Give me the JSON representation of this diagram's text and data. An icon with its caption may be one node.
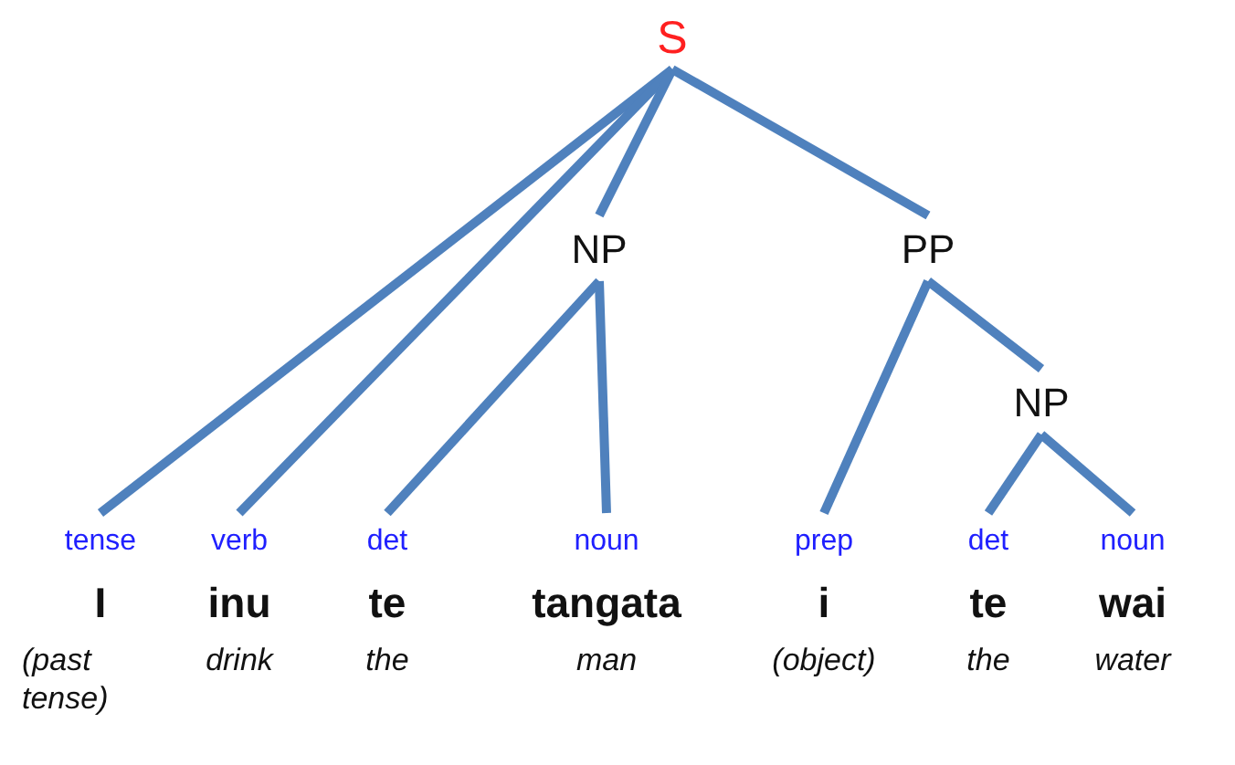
{
  "diagram": {
    "nodes": [
      {
        "text": [
          "S"
        ]
      },
      {
        "text": [
          "NP"
        ]
      },
      {
        "text": [
          "PP"
        ]
      },
      {
        "text": [
          "NP"
        ]
      },
      {
        "text": [
          "tense",
          "I",
          "(past tense)"
        ]
      },
      {
        "text": [
          "verb",
          "inu",
          "drink"
        ]
      },
      {
        "text": [
          "det",
          "te",
          "the"
        ]
      },
      {
        "text": [
          "noun",
          "tangata",
          "man"
        ]
      },
      {
        "text": [
          "prep",
          "i",
          "(object)"
        ]
      },
      {
        "text": [
          "det",
          "te",
          "the"
        ]
      },
      {
        "text": [
          "noun",
          "wai",
          "water"
        ]
      }
    ],
    "edges": [
      {
        "from": 0,
        "to": 4,
        "arrow": "none"
      },
      {
        "from": 0,
        "to": 5,
        "arrow": "none"
      },
      {
        "from": 0,
        "to": 1,
        "arrow": "none"
      },
      {
        "from": 0,
        "to": 2,
        "arrow": "none"
      },
      {
        "from": 1,
        "to": 6,
        "arrow": "none"
      },
      {
        "from": 1,
        "to": 7,
        "arrow": "none"
      },
      {
        "from": 2,
        "to": 8,
        "arrow": "none"
      },
      {
        "from": 2,
        "to": 3,
        "arrow": "none"
      },
      {
        "from": 3,
        "to": 9,
        "arrow": "none"
      },
      {
        "from": 3,
        "to": 10,
        "arrow": "none"
      }
    ]
  }
}
